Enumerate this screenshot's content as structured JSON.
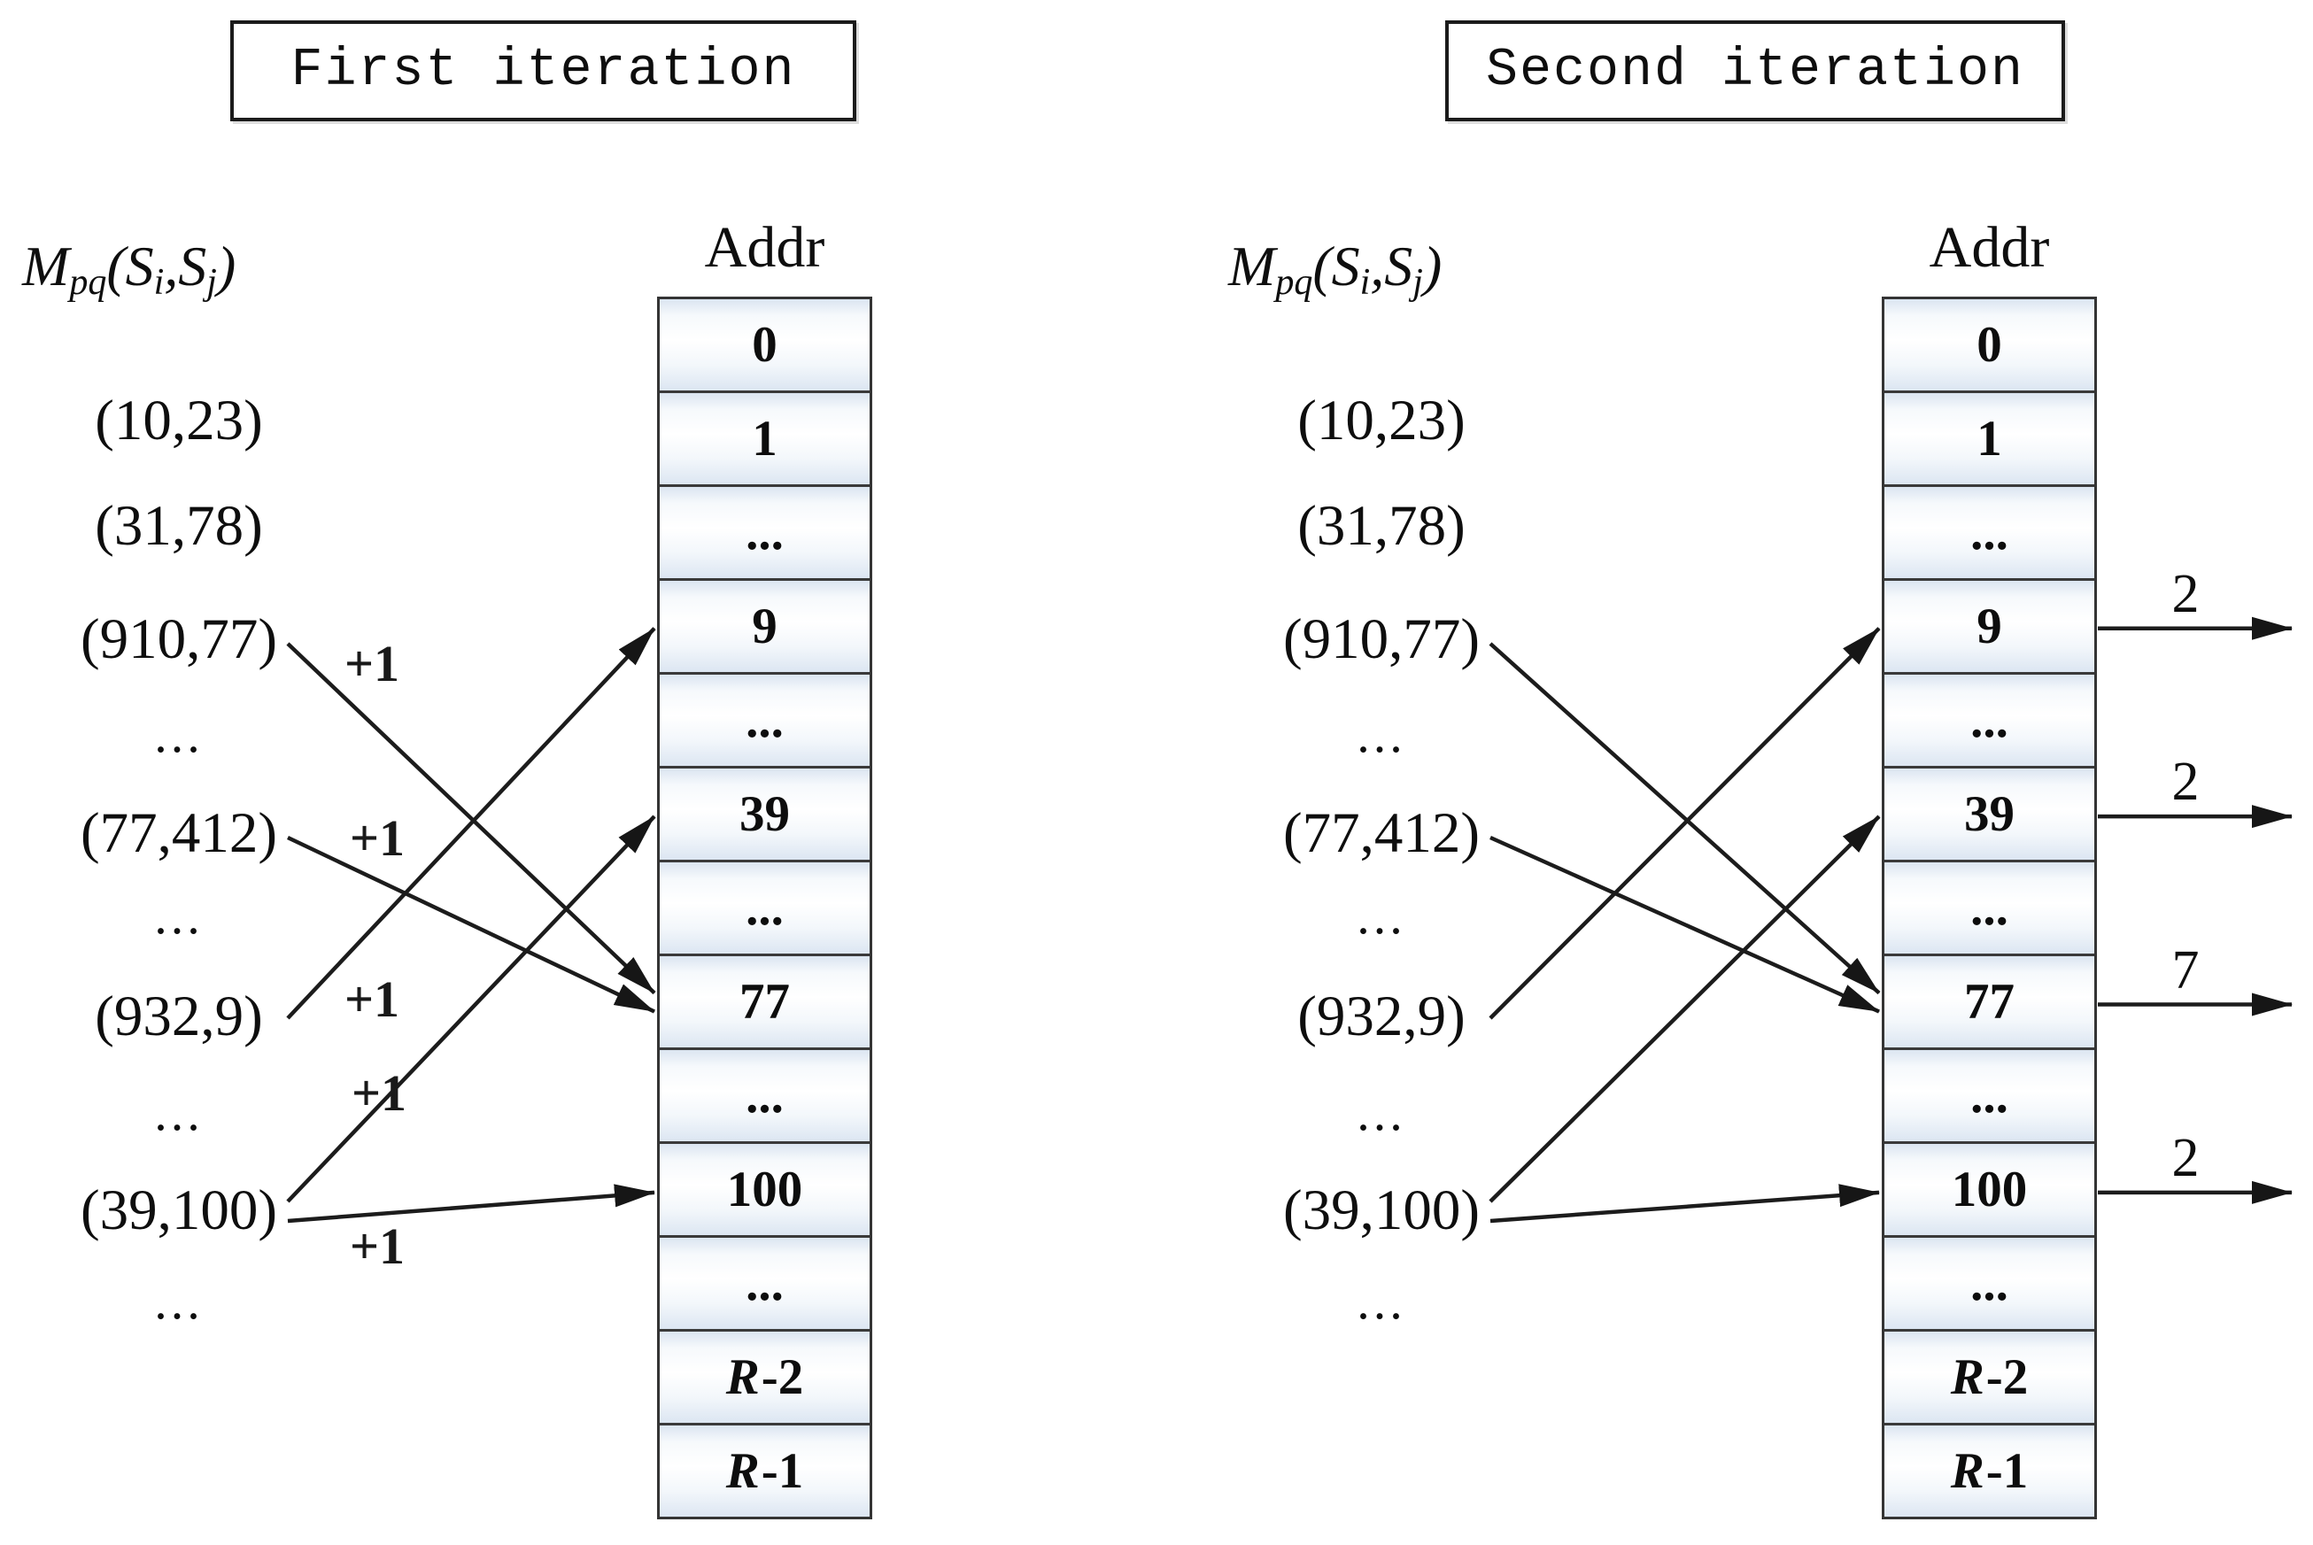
{
  "colors": {
    "ink": "#1c1c1c",
    "cell_tint": "#dbe5f1",
    "background": "#ffffff"
  },
  "panels": [
    {
      "id": "first-iteration",
      "title": "First iteration",
      "matrix_label": {
        "m": "M",
        "m_sub": "pq",
        "paren_open": "(",
        "s1": "S",
        "s1_sub": "i",
        "comma": ",",
        "s2": "S",
        "s2_sub": "j",
        "paren_close": ")"
      },
      "addr_label": "Addr",
      "pairs": [
        "(10,23)",
        "(31,78)",
        "(910,77)",
        "...",
        "(77,412)",
        "...",
        "(932,9)",
        "...",
        "(39,100)",
        "..."
      ],
      "cells": [
        "0",
        "1",
        "...",
        "9",
        "...",
        "39",
        "...",
        "77",
        "...",
        "100",
        "...",
        "R-2",
        "R-1"
      ],
      "arrows": [
        {
          "from_pair": 2,
          "to_cell": 7,
          "label": "+1"
        },
        {
          "from_pair": 4,
          "to_cell": 7,
          "label": "+1"
        },
        {
          "from_pair": 6,
          "to_cell": 3,
          "label": "+1"
        },
        {
          "from_pair": 8,
          "to_cell": 5,
          "label": "+1"
        },
        {
          "from_pair": 8,
          "to_cell": 9,
          "label": "+1"
        }
      ],
      "outputs": []
    },
    {
      "id": "second-iteration",
      "title": "Second iteration",
      "matrix_label": {
        "m": "M",
        "m_sub": "pq",
        "paren_open": "(",
        "s1": "S",
        "s1_sub": "i",
        "comma": ",",
        "s2": "S",
        "s2_sub": "j",
        "paren_close": ")"
      },
      "addr_label": "Addr",
      "pairs": [
        "(10,23)",
        "(31,78)",
        "(910,77)",
        "...",
        "(77,412)",
        "...",
        "(932,9)",
        "...",
        "(39,100)",
        "..."
      ],
      "cells": [
        "0",
        "1",
        "...",
        "9",
        "...",
        "39",
        "...",
        "77",
        "...",
        "100",
        "...",
        "R-2",
        "R-1"
      ],
      "arrows": [
        {
          "from_pair": 2,
          "to_cell": 7
        },
        {
          "from_pair": 4,
          "to_cell": 7
        },
        {
          "from_pair": 6,
          "to_cell": 3
        },
        {
          "from_pair": 8,
          "to_cell": 5
        },
        {
          "from_pair": 8,
          "to_cell": 9
        }
      ],
      "outputs": [
        {
          "cell": 3,
          "value": "2"
        },
        {
          "cell": 5,
          "value": "2"
        },
        {
          "cell": 7,
          "value": "7"
        },
        {
          "cell": 9,
          "value": "2"
        }
      ]
    }
  ]
}
